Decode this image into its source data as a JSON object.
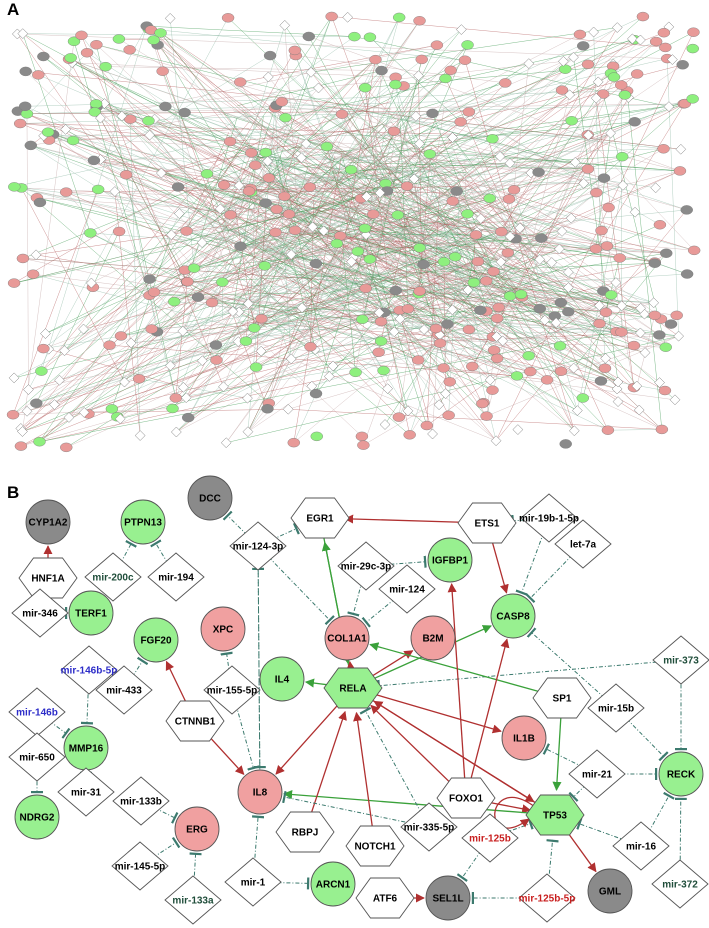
{
  "panel_a": {
    "label": "A",
    "colors": {
      "up": "#e89a98",
      "down": "#8ef07e",
      "neutral": "#8a8a8a",
      "plain": "#ffffff"
    },
    "edge_colors": [
      "#b55e5e",
      "#3e9a52",
      "#8fb9a6",
      "#c4a7a7"
    ]
  },
  "panel_b": {
    "label": "B",
    "colors": {
      "red": "#f0a0a0",
      "green": "#98f090",
      "gray": "#8a8a8a",
      "white": "#ffffff",
      "edge_act": "#b03030",
      "edge_green": "#3aa13a",
      "edge_inh": "#3c7a6e",
      "mir_blue": "#2c2cc8",
      "mir_red": "#c81e1e",
      "mir_dark": "#1f4d3a"
    },
    "nodes": [
      {
        "id": "CYP1A2",
        "label": "CYP1A2",
        "shape": "circle",
        "fill": "gray"
      },
      {
        "id": "HNF1A",
        "label": "HNF1A",
        "shape": "hex",
        "fill": "white"
      },
      {
        "id": "PTPN13",
        "label": "PTPN13",
        "shape": "circle",
        "fill": "green"
      },
      {
        "id": "mir-200c",
        "label": "mir-200c",
        "shape": "diamond",
        "fill": "white",
        "text": "dark"
      },
      {
        "id": "mir-194",
        "label": "mir-194",
        "shape": "diamond",
        "fill": "white"
      },
      {
        "id": "DCC",
        "label": "DCC",
        "shape": "circle",
        "fill": "gray"
      },
      {
        "id": "mir-124-3p",
        "label": "mir-124-3p",
        "shape": "diamond",
        "fill": "white"
      },
      {
        "id": "EGR1",
        "label": "EGR1",
        "shape": "hex",
        "fill": "white"
      },
      {
        "id": "ETS1",
        "label": "ETS1",
        "shape": "hex",
        "fill": "white"
      },
      {
        "id": "mir-19b-1-5p",
        "label": "mir-19b-1-5p",
        "shape": "diamond",
        "fill": "white"
      },
      {
        "id": "let-7a",
        "label": "let-7a",
        "shape": "diamond",
        "fill": "white"
      },
      {
        "id": "mir-29c-3p",
        "label": "mir-29c-3p",
        "shape": "diamond",
        "fill": "white"
      },
      {
        "id": "IGFBP1",
        "label": "IGFBP1",
        "shape": "circle",
        "fill": "green"
      },
      {
        "id": "mir-124",
        "label": "mir-124",
        "shape": "diamond",
        "fill": "white"
      },
      {
        "id": "CASP8",
        "label": "CASP8",
        "shape": "circle",
        "fill": "green"
      },
      {
        "id": "mir-346",
        "label": "mir-346",
        "shape": "diamond",
        "fill": "white"
      },
      {
        "id": "TERF1",
        "label": "TERF1",
        "shape": "circle",
        "fill": "green"
      },
      {
        "id": "FGF20",
        "label": "FGF20",
        "shape": "circle",
        "fill": "green"
      },
      {
        "id": "XPC",
        "label": "XPC",
        "shape": "circle",
        "fill": "red"
      },
      {
        "id": "COL1A1",
        "label": "COL1A1",
        "shape": "circle",
        "fill": "red"
      },
      {
        "id": "B2M",
        "label": "B2M",
        "shape": "circle",
        "fill": "red"
      },
      {
        "id": "mir-373",
        "label": "mir-373",
        "shape": "diamond",
        "fill": "white",
        "text": "dark"
      },
      {
        "id": "mir-146b-5p",
        "label": "mir-146b-5p",
        "shape": "diamond",
        "fill": "white",
        "text": "blue"
      },
      {
        "id": "mir-433",
        "label": "mir-433",
        "shape": "diamond",
        "fill": "white"
      },
      {
        "id": "mir-155-5p",
        "label": "mir-155-5p",
        "shape": "diamond",
        "fill": "white"
      },
      {
        "id": "IL4",
        "label": "IL4",
        "shape": "circle",
        "fill": "green"
      },
      {
        "id": "RELA",
        "label": "RELA",
        "shape": "hex",
        "fill": "green"
      },
      {
        "id": "SP1",
        "label": "SP1",
        "shape": "hex",
        "fill": "white"
      },
      {
        "id": "mir-15b",
        "label": "mir-15b",
        "shape": "diamond",
        "fill": "white"
      },
      {
        "id": "mir-146b",
        "label": "mir-146b",
        "shape": "diamond",
        "fill": "white",
        "text": "blue"
      },
      {
        "id": "CTNNB1",
        "label": "CTNNB1",
        "shape": "hex",
        "fill": "white"
      },
      {
        "id": "IL1B",
        "label": "IL1B",
        "shape": "circle",
        "fill": "red"
      },
      {
        "id": "mir-650",
        "label": "mir-650",
        "shape": "diamond",
        "fill": "white"
      },
      {
        "id": "MMP16",
        "label": "MMP16",
        "shape": "circle",
        "fill": "green"
      },
      {
        "id": "mir-21",
        "label": "mir-21",
        "shape": "diamond",
        "fill": "white"
      },
      {
        "id": "RECK",
        "label": "RECK",
        "shape": "circle",
        "fill": "green"
      },
      {
        "id": "mir-31",
        "label": "mir-31",
        "shape": "diamond",
        "fill": "white"
      },
      {
        "id": "IL8",
        "label": "IL8",
        "shape": "circle",
        "fill": "red"
      },
      {
        "id": "FOXO1",
        "label": "FOXO1",
        "shape": "hex",
        "fill": "white"
      },
      {
        "id": "mir-133b",
        "label": "mir-133b",
        "shape": "diamond",
        "fill": "white"
      },
      {
        "id": "NDRG2",
        "label": "NDRG2",
        "shape": "circle",
        "fill": "green"
      },
      {
        "id": "TP53",
        "label": "TP53",
        "shape": "hex",
        "fill": "green"
      },
      {
        "id": "mir-335-5p",
        "label": "mir-335-5p",
        "shape": "diamond",
        "fill": "white"
      },
      {
        "id": "RBPJ",
        "label": "RBPJ",
        "shape": "hex",
        "fill": "white"
      },
      {
        "id": "NOTCH1",
        "label": "NOTCH1",
        "shape": "hex",
        "fill": "white"
      },
      {
        "id": "mir-125b",
        "label": "mir-125b",
        "shape": "diamond",
        "fill": "white",
        "text": "red"
      },
      {
        "id": "ERG",
        "label": "ERG",
        "shape": "circle",
        "fill": "red"
      },
      {
        "id": "mir-16",
        "label": "mir-16",
        "shape": "diamond",
        "fill": "white"
      },
      {
        "id": "mir-145-5p",
        "label": "mir-145-5p",
        "shape": "diamond",
        "fill": "white"
      },
      {
        "id": "mir-372",
        "label": "mir-372",
        "shape": "diamond",
        "fill": "white",
        "text": "dark"
      },
      {
        "id": "mir-1",
        "label": "mir-1",
        "shape": "diamond",
        "fill": "white"
      },
      {
        "id": "ARCN1",
        "label": "ARCN1",
        "shape": "circle",
        "fill": "green"
      },
      {
        "id": "GML",
        "label": "GML",
        "shape": "circle",
        "fill": "gray"
      },
      {
        "id": "ATF6",
        "label": "ATF6",
        "shape": "hex",
        "fill": "white"
      },
      {
        "id": "SEL1L",
        "label": "SEL1L",
        "shape": "circle",
        "fill": "gray"
      },
      {
        "id": "mir-125b-5p",
        "label": "mir-125b-5p",
        "shape": "diamond",
        "fill": "white",
        "text": "red"
      },
      {
        "id": "mir-133a",
        "label": "mir-133a",
        "shape": "diamond",
        "fill": "white",
        "text": "dark"
      }
    ],
    "edges": [
      {
        "from": "HNF1A",
        "to": "CYP1A2",
        "type": "act"
      },
      {
        "from": "mir-200c",
        "to": "PTPN13",
        "type": "inh"
      },
      {
        "from": "mir-194",
        "to": "PTPN13",
        "type": "inh"
      },
      {
        "from": "mir-124-3p",
        "to": "DCC",
        "type": "inh"
      },
      {
        "from": "mir-124-3p",
        "to": "EGR1",
        "type": "inh"
      },
      {
        "from": "mir-124-3p",
        "to": "COL1A1",
        "type": "inh"
      },
      {
        "from": "mir-124-3p",
        "to": "IL8",
        "type": "inh"
      },
      {
        "from": "ETS1",
        "to": "EGR1",
        "type": "act"
      },
      {
        "from": "ETS1",
        "to": "CASP8",
        "type": "act"
      },
      {
        "from": "mir-19b-1-5p",
        "to": "ETS1",
        "type": "inh"
      },
      {
        "from": "mir-19b-1-5p",
        "to": "CASP8",
        "type": "inh"
      },
      {
        "from": "let-7a",
        "to": "CASP8",
        "type": "inh"
      },
      {
        "from": "mir-29c-3p",
        "to": "IGFBP1",
        "type": "inh"
      },
      {
        "from": "mir-29c-3p",
        "to": "COL1A1",
        "type": "inh"
      },
      {
        "from": "mir-124",
        "to": "COL1A1",
        "type": "inh"
      },
      {
        "from": "mir-346",
        "to": "TERF1",
        "type": "inh"
      },
      {
        "from": "mir-433",
        "to": "FGF20",
        "type": "inh"
      },
      {
        "from": "mir-155-5p",
        "to": "XPC",
        "type": "inh"
      },
      {
        "from": "mir-155-5p",
        "to": "IL8",
        "type": "inh"
      },
      {
        "from": "mir-373",
        "to": "RECK",
        "type": "inh"
      },
      {
        "from": "mir-373",
        "to": "RELA",
        "type": "inh"
      },
      {
        "from": "mir-146b-5p",
        "to": "MMP16",
        "type": "inh"
      },
      {
        "from": "mir-146b",
        "to": "MMP16",
        "type": "inh"
      },
      {
        "from": "mir-650",
        "to": "NDRG2",
        "type": "inh"
      },
      {
        "from": "mir-31",
        "to": "MMP16",
        "type": "inh"
      },
      {
        "from": "CTNNB1",
        "to": "FGF20",
        "type": "act"
      },
      {
        "from": "CTNNB1",
        "to": "IL8",
        "type": "act"
      },
      {
        "from": "RELA",
        "to": "EGR1",
        "type": "green"
      },
      {
        "from": "RELA",
        "to": "COL1A1",
        "type": "act"
      },
      {
        "from": "RELA",
        "to": "B2M",
        "type": "act"
      },
      {
        "from": "RELA",
        "to": "IL4",
        "type": "green"
      },
      {
        "from": "RELA",
        "to": "IL8",
        "type": "act"
      },
      {
        "from": "RELA",
        "to": "IL1B",
        "type": "act"
      },
      {
        "from": "RELA",
        "to": "TP53",
        "type": "act"
      },
      {
        "from": "RELA",
        "to": "CASP8",
        "type": "green"
      },
      {
        "from": "SP1",
        "to": "COL1A1",
        "type": "green"
      },
      {
        "from": "SP1",
        "to": "TP53",
        "type": "green"
      },
      {
        "from": "EGR1",
        "to": "RELA",
        "type": "green"
      },
      {
        "from": "mir-15b",
        "to": "CASP8",
        "type": "inh"
      },
      {
        "from": "mir-15b",
        "to": "RECK",
        "type": "inh"
      },
      {
        "from": "mir-21",
        "to": "IL1B",
        "type": "inh"
      },
      {
        "from": "mir-21",
        "to": "RECK",
        "type": "inh"
      },
      {
        "from": "mir-21",
        "to": "TP53",
        "type": "inh"
      },
      {
        "from": "FOXO1",
        "to": "RELA",
        "type": "act"
      },
      {
        "from": "FOXO1",
        "to": "IGFBP1",
        "type": "act"
      },
      {
        "from": "FOXO1",
        "to": "CASP8",
        "type": "act"
      },
      {
        "from": "FOXO1",
        "to": "TP53",
        "type": "act"
      },
      {
        "from": "TP53",
        "to": "RELA",
        "type": "act"
      },
      {
        "from": "TP53",
        "to": "IL8",
        "type": "green"
      },
      {
        "from": "TP53",
        "to": "GML",
        "type": "act"
      },
      {
        "from": "RBPJ",
        "to": "RELA",
        "type": "act"
      },
      {
        "from": "NOTCH1",
        "to": "RELA",
        "type": "act"
      },
      {
        "from": "mir-335-5p",
        "to": "IL8",
        "type": "inh"
      },
      {
        "from": "mir-335-5p",
        "to": "RELA",
        "type": "inh"
      },
      {
        "from": "mir-125b",
        "to": "TP53",
        "type": "inh"
      },
      {
        "from": "mir-125b",
        "to": "SEL1L",
        "type": "inh"
      },
      {
        "from": "mir-16",
        "to": "TP53",
        "type": "inh"
      },
      {
        "from": "mir-16",
        "to": "RECK",
        "type": "inh"
      },
      {
        "from": "mir-372",
        "to": "RECK",
        "type": "inh"
      },
      {
        "from": "mir-133b",
        "to": "ERG",
        "type": "inh"
      },
      {
        "from": "mir-145-5p",
        "to": "ERG",
        "type": "inh"
      },
      {
        "from": "mir-133a",
        "to": "ERG",
        "type": "inh"
      },
      {
        "from": "mir-1",
        "to": "ARCN1",
        "type": "inh"
      },
      {
        "from": "mir-1",
        "to": "IL8",
        "type": "inh"
      },
      {
        "from": "ATF6",
        "to": "SEL1L",
        "type": "act"
      },
      {
        "from": "mir-125b-5p",
        "to": "SEL1L",
        "type": "inh"
      },
      {
        "from": "mir-125b-5p",
        "to": "TP53",
        "type": "inh"
      },
      {
        "from": "IL8",
        "to": "mir-124-3p",
        "type": "inh"
      }
    ]
  }
}
